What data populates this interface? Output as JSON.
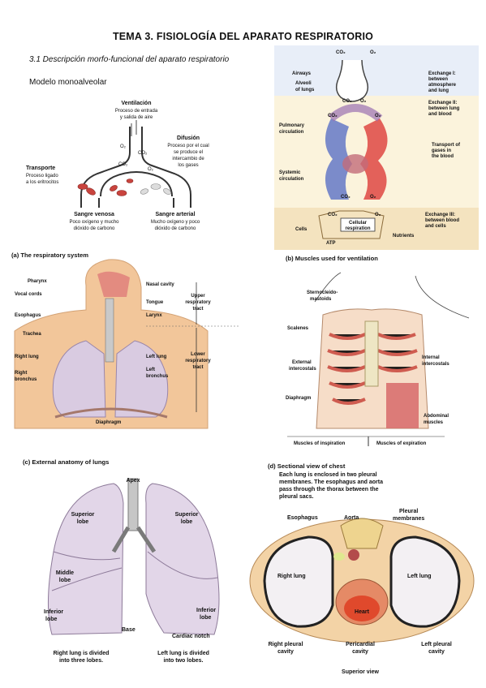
{
  "header": {
    "title": "TEMA 3. FISIOLOGÍA DEL APARATO RESPIRATORIO",
    "subtitle": "3.1 Descripción morfo-funcional del aparato respiratorio",
    "model": "Modelo monoalveolar"
  },
  "alveolar_model": {
    "ventilacion_title": "Ventilación",
    "ventilacion_desc1": "Proceso de entrada",
    "ventilacion_desc2": "y salida de aire",
    "difusion_title": "Difusión",
    "difusion_desc1": "Proceso por el cual",
    "difusion_desc2": "se produce el",
    "difusion_desc3": "intercambio de",
    "difusion_desc4": "los gases",
    "transporte_title": "Transporte",
    "transporte_desc1": "Proceso ligado",
    "transporte_desc2": "a los eritrocitos",
    "venosa_title": "Sangre venosa",
    "venosa_desc1": "Poco oxígeno y mucho",
    "venosa_desc2": "dióxido de carbono",
    "arterial_title": "Sangre arterial",
    "arterial_desc1": "Mucho oxígeno y poco",
    "arterial_desc2": "dióxido de carbono",
    "o2": "O₂",
    "co2": "CO₂"
  },
  "exchange": {
    "co2": "CO₂",
    "o2": "O₂",
    "airways": "Airways",
    "alveoli1": "Alveoli",
    "alveoli2": "of lungs",
    "pulmonary1": "Pulmonary",
    "pulmonary2": "circulation",
    "systemic1": "Systemic",
    "systemic2": "circulation",
    "cells": "Cells",
    "cellular1": "Cellular",
    "cellular2": "respiration",
    "atp": "ATP",
    "nutrients": "Nutrients",
    "ex1_a": "Exchange I:",
    "ex1_b": "between",
    "ex1_c": "atmosphere",
    "ex1_d": "and lung",
    "ex2_a": "Exchange II:",
    "ex2_b": "between lung",
    "ex2_c": "and blood",
    "tr_a": "Transport of",
    "tr_b": "gases in",
    "tr_c": "the blood",
    "ex3_a": "Exchange III:",
    "ex3_b": "between blood",
    "ex3_c": "and cells"
  },
  "respiratory_system": {
    "caption": "(a) The respiratory system",
    "pharynx": "Pharynx",
    "vocal_cords": "Vocal cords",
    "esophagus": "Esophagus",
    "trachea": "Trachea",
    "right_lung": "Right lung",
    "right_bronchus1": "Right",
    "right_bronchus2": "bronchus",
    "nasal_cavity": "Nasal cavity",
    "tongue": "Tongue",
    "larynx": "Larynx",
    "left_lung": "Left lung",
    "left_bronchus1": "Left",
    "left_bronchus2": "bronchus",
    "diaphragm": "Diaphragm",
    "upper1": "Upper",
    "upper2": "respiratory",
    "upper3": "tract",
    "lower1": "Lower",
    "lower2": "respiratory",
    "lower3": "tract"
  },
  "muscles": {
    "caption": "(b) Muscles used for ventilation",
    "sterno1": "Sternocleido-",
    "sterno2": "mastoids",
    "scalenes": "Scalenes",
    "external1": "External",
    "external2": "intercostals",
    "internal1": "Internal",
    "internal2": "intercostals",
    "diaphragm": "Diaphragm",
    "abdominal1": "Abdominal",
    "abdominal2": "muscles",
    "inspiration": "Muscles of inspiration",
    "expiration": "Muscles of expiration"
  },
  "external_lungs": {
    "caption": "(c) External anatomy of lungs",
    "apex": "Apex",
    "superior_r1": "Superior",
    "superior_r2": "lobe",
    "superior_l1": "Superior",
    "superior_l2": "lobe",
    "middle1": "Middle",
    "middle2": "lobe",
    "inferior_r1": "Inferior",
    "inferior_r2": "lobe",
    "inferior_l1": "Inferior",
    "inferior_l2": "lobe",
    "base": "Base",
    "cardiac_notch": "Cardiac notch",
    "right_div1": "Right lung is divided",
    "right_div2": "into three lobes.",
    "left_div1": "Left lung is divided",
    "left_div2": "into two lobes."
  },
  "sectional": {
    "caption": "(d) Sectional view of chest",
    "desc1": "Each lung is enclosed in two pleural",
    "desc2": "membranes. The esophagus and aorta",
    "desc3": "pass through the thorax between the",
    "desc4": "pleural sacs.",
    "esophagus": "Esophagus",
    "aorta": "Aorta",
    "pleural1": "Pleural",
    "pleural2": "membranes",
    "right_lung": "Right lung",
    "left_lung": "Left lung",
    "heart": "Heart",
    "rpc1": "Right pleural",
    "rpc2": "cavity",
    "peri1": "Pericardial",
    "peri2": "cavity",
    "lpc1": "Left pleural",
    "lpc2": "cavity",
    "superior_view": "Superior view"
  }
}
